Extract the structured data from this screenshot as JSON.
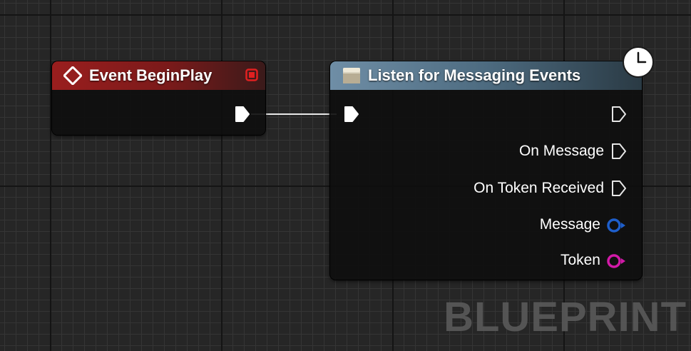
{
  "graph": {
    "watermark": "BLUEPRINT",
    "nodes": {
      "begin_play": {
        "title": "Event BeginPlay",
        "header_color": "#9a1e1e",
        "icon": "event-diamond-icon",
        "delegate_pin_color": "#e02020"
      },
      "listen": {
        "title": "Listen for Messaging Events",
        "header_color": "#6f8ea6",
        "icon": "function-icon",
        "latent_icon": "clock-icon",
        "output_pins": [
          {
            "label": "",
            "type": "exec"
          },
          {
            "label": "On Message",
            "type": "exec"
          },
          {
            "label": "On Token Received",
            "type": "exec"
          },
          {
            "label": "Message",
            "type": "string",
            "color": "#1e5fcc"
          },
          {
            "label": "Token",
            "type": "object",
            "color": "#d21aa8"
          }
        ]
      }
    },
    "wire_color": "#e8e8e8"
  }
}
